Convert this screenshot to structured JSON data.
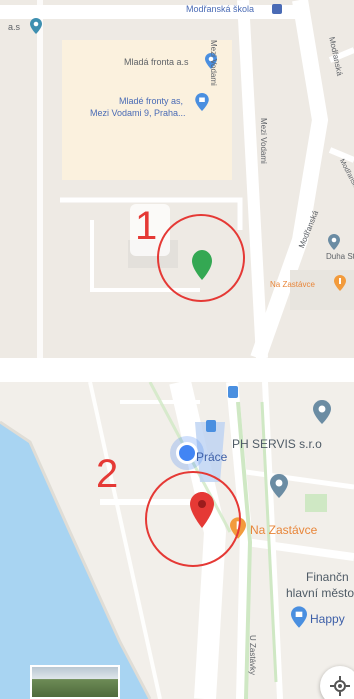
{
  "panel_1": {
    "number": "1",
    "labels": {
      "school": "Modřanská škola",
      "corner": "a.s",
      "mlada_fronta": "Mladá fronta a.s",
      "fronty_line1": "Mladé fronty as,",
      "fronty_line2": "Mezi Vodami 9, Praha...",
      "mezi_vodami_a": "Mezi Vodami",
      "mezi_vodami_b": "Mezi Vodami",
      "modranska_a": "Modřanská",
      "modranska_b": "Modřanská",
      "modranska_c": "Modřanská",
      "duha": "Duha Stř",
      "na_zastavce": "Na Zastávce"
    },
    "colors": {
      "circle": "#e53935",
      "pin": "#34a853"
    }
  },
  "panel_2": {
    "number": "2",
    "labels": {
      "ph_servis": "PH SERVIS s.r.o",
      "prace": "Práce",
      "na_zastavce": "Na Zastávce",
      "financni_line1": "Finančn",
      "financni_line2": "hlavní město",
      "happy": "Happy",
      "u_zastavky": "U Zastávky"
    },
    "colors": {
      "circle": "#e53935",
      "pin": "#e53935"
    }
  }
}
